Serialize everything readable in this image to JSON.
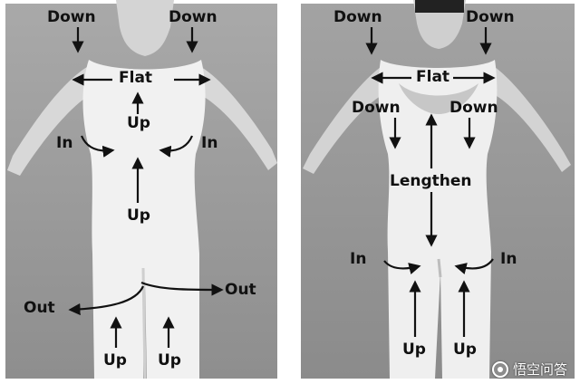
{
  "front_panel": {
    "labels": {
      "down_left": "Down",
      "down_right": "Down",
      "flat": "Flat",
      "up_chest": "Up",
      "in_left": "In",
      "in_right": "In",
      "up_waist": "Up",
      "out_left": "Out",
      "out_right": "Out",
      "up_leg_left": "Up",
      "up_leg_right": "Up"
    }
  },
  "back_panel": {
    "labels": {
      "down_left": "Down",
      "down_right": "Down",
      "flat": "Flat",
      "down_mid_left": "Down",
      "down_mid_right": "Down",
      "lengthen": "Lengthen",
      "in_left": "In",
      "in_right": "In",
      "up_leg_left": "Up",
      "up_leg_right": "Up"
    }
  },
  "watermark": {
    "text": "悟空问答"
  }
}
